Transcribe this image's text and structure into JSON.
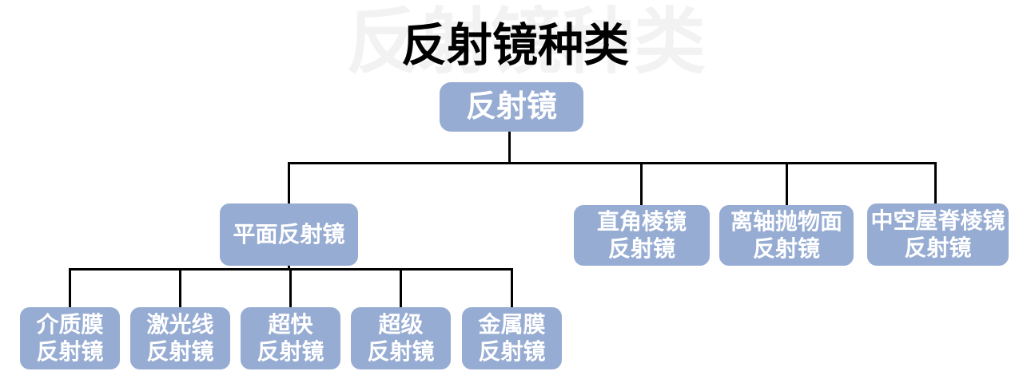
{
  "title": {
    "text": "反射镜种类",
    "ghost_text": "反射镜种类"
  },
  "colors": {
    "node_fill": "#97ACD3",
    "node_text": "#FFFFFF",
    "line": "#000000",
    "title": "#000000",
    "ghost": "#F2F2F2",
    "background": "#FFFFFF"
  },
  "tree": {
    "label": "反射镜",
    "children": [
      {
        "label": "平面反射镜",
        "children": [
          {
            "label": "介质膜\n反射镜"
          },
          {
            "label": "激光线\n反射镜"
          },
          {
            "label": "超快\n反射镜"
          },
          {
            "label": "超级\n反射镜"
          },
          {
            "label": "金属膜\n反射镜"
          }
        ]
      },
      {
        "label": "直角棱镜\n反射镜"
      },
      {
        "label": "离轴抛物面\n反射镜"
      },
      {
        "label": "中空屋脊棱镜\n反射镜"
      }
    ]
  }
}
